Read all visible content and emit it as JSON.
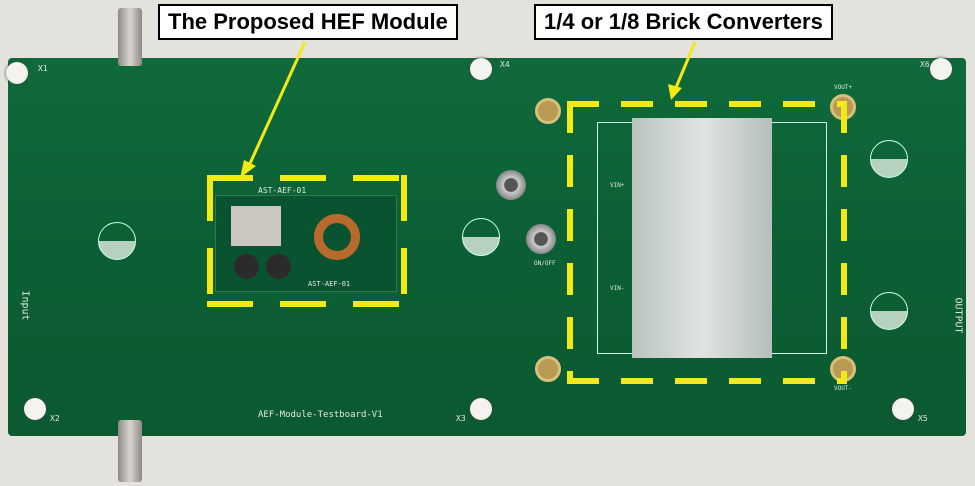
{
  "callouts": {
    "hef_module": "The Proposed HEF Module",
    "brick_converters": "1/4 or 1/8 Brick Converters"
  },
  "silkscreen": {
    "board_name": "AEF-Module-Testboard-V1",
    "module_name_top": "AST-AEF-01",
    "module_name_bottom": "AST-AEF-01",
    "input": "Input",
    "output": "OUTPUT",
    "mounts": [
      "X1",
      "X2",
      "X3",
      "X4",
      "X5",
      "X6"
    ],
    "vout_plus": "VOUT+",
    "vout_minus": "VOUT-",
    "vin_plus": "VIN+",
    "vin_minus": "VIN-",
    "on_off": "ON/OFF"
  },
  "colors": {
    "pcb": "#0d6337",
    "annotation": "#f2ea17"
  }
}
